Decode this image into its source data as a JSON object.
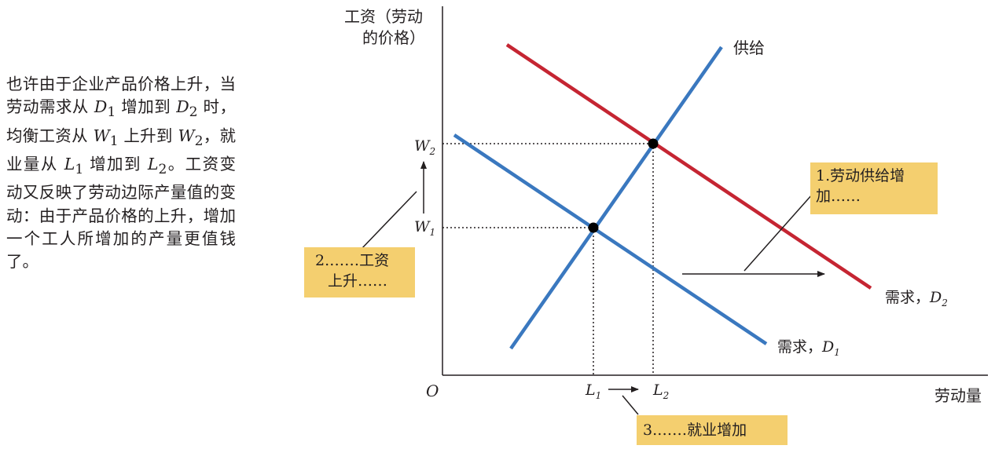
{
  "caption": {
    "p1": "也许由于企业产品价格上升，当劳动需求从 ",
    "d1": "D",
    "d1sub": "1",
    "p2": " 增加到 ",
    "d2": "D",
    "d2sub": "2",
    "p3": " 时，均衡工资从 ",
    "w1": "W",
    "w1sub": "1",
    "p4": " 上升到 ",
    "w2": "W",
    "w2sub": "2",
    "p5": "，就业量从 ",
    "l1": "L",
    "l1sub": "1",
    "p6": " 增加到 ",
    "l2": "L",
    "l2sub": "2",
    "p7": "。工资变动又反映了劳动边际产量值的变动：由于产品价格的上升，增加一个工人所增加的产量更值钱了。"
  },
  "axes": {
    "y_label_line1": "工资（劳动",
    "y_label_line2": "的价格）",
    "x_label": "劳动量",
    "origin": "O"
  },
  "curves": {
    "supply": "供给",
    "demand1_prefix": "需求，",
    "demand1_var": "D",
    "demand1_sub": "1",
    "demand2_prefix": "需求，",
    "demand2_var": "D",
    "demand2_sub": "2"
  },
  "ticks": {
    "w1": "W",
    "w1sub": "1",
    "w2": "W",
    "w2sub": "2",
    "l1": "L",
    "l1sub": "1",
    "l2": "L",
    "l2sub": "2"
  },
  "callouts": {
    "box1_line1": "1.劳动供给增",
    "box1_line2": "加……",
    "box2_line1": "2.……工资",
    "box2_line2": "上升……",
    "box3": "3.……就业增加"
  },
  "colors": {
    "supply": "#3a78bf",
    "demand1": "#3a78bf",
    "demand2": "#c52532",
    "callout_bg": "#f4cf6f"
  }
}
